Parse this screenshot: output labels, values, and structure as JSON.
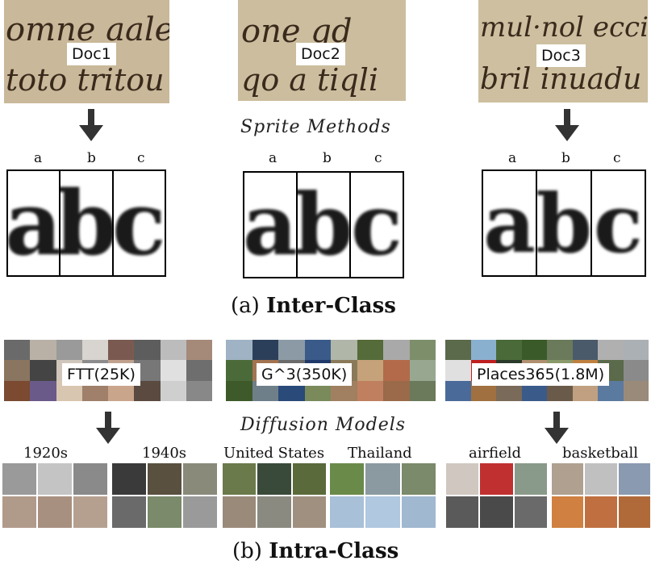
{
  "inter_class": {
    "docs": [
      {
        "label": "Doc1",
        "text_line1": "omne aale",
        "text_line2": "toto tritou"
      },
      {
        "label": "Doc2",
        "text_line1": "one gd",
        "text_line2": "qo a tiqli"
      },
      {
        "label": "Doc3",
        "text_line1": "mul·nol ecci",
        "text_line2": "bril inuadu"
      }
    ],
    "method_label": "Sprite Methods",
    "letters": [
      "a",
      "b",
      "c"
    ],
    "caption_prefix": "(a)",
    "caption_bold": "Inter-Class"
  },
  "intra_class": {
    "datasets": [
      {
        "label": "FTT(25K)",
        "sub_a": "1920s",
        "sub_b": "1940s"
      },
      {
        "label": "G^3(350K)",
        "sub_a": "United States",
        "sub_b": "Thailand"
      },
      {
        "label": "Places365(1.8M)",
        "sub_a": "airfield",
        "sub_b": "basketball"
      }
    ],
    "method_label": "Diffusion Models",
    "caption_prefix": "(b)",
    "caption_bold": "Intra-Class"
  },
  "colors": {
    "parchment": "#c8b79a",
    "ink": "#3a2a1c",
    "arrow": "#333333"
  }
}
